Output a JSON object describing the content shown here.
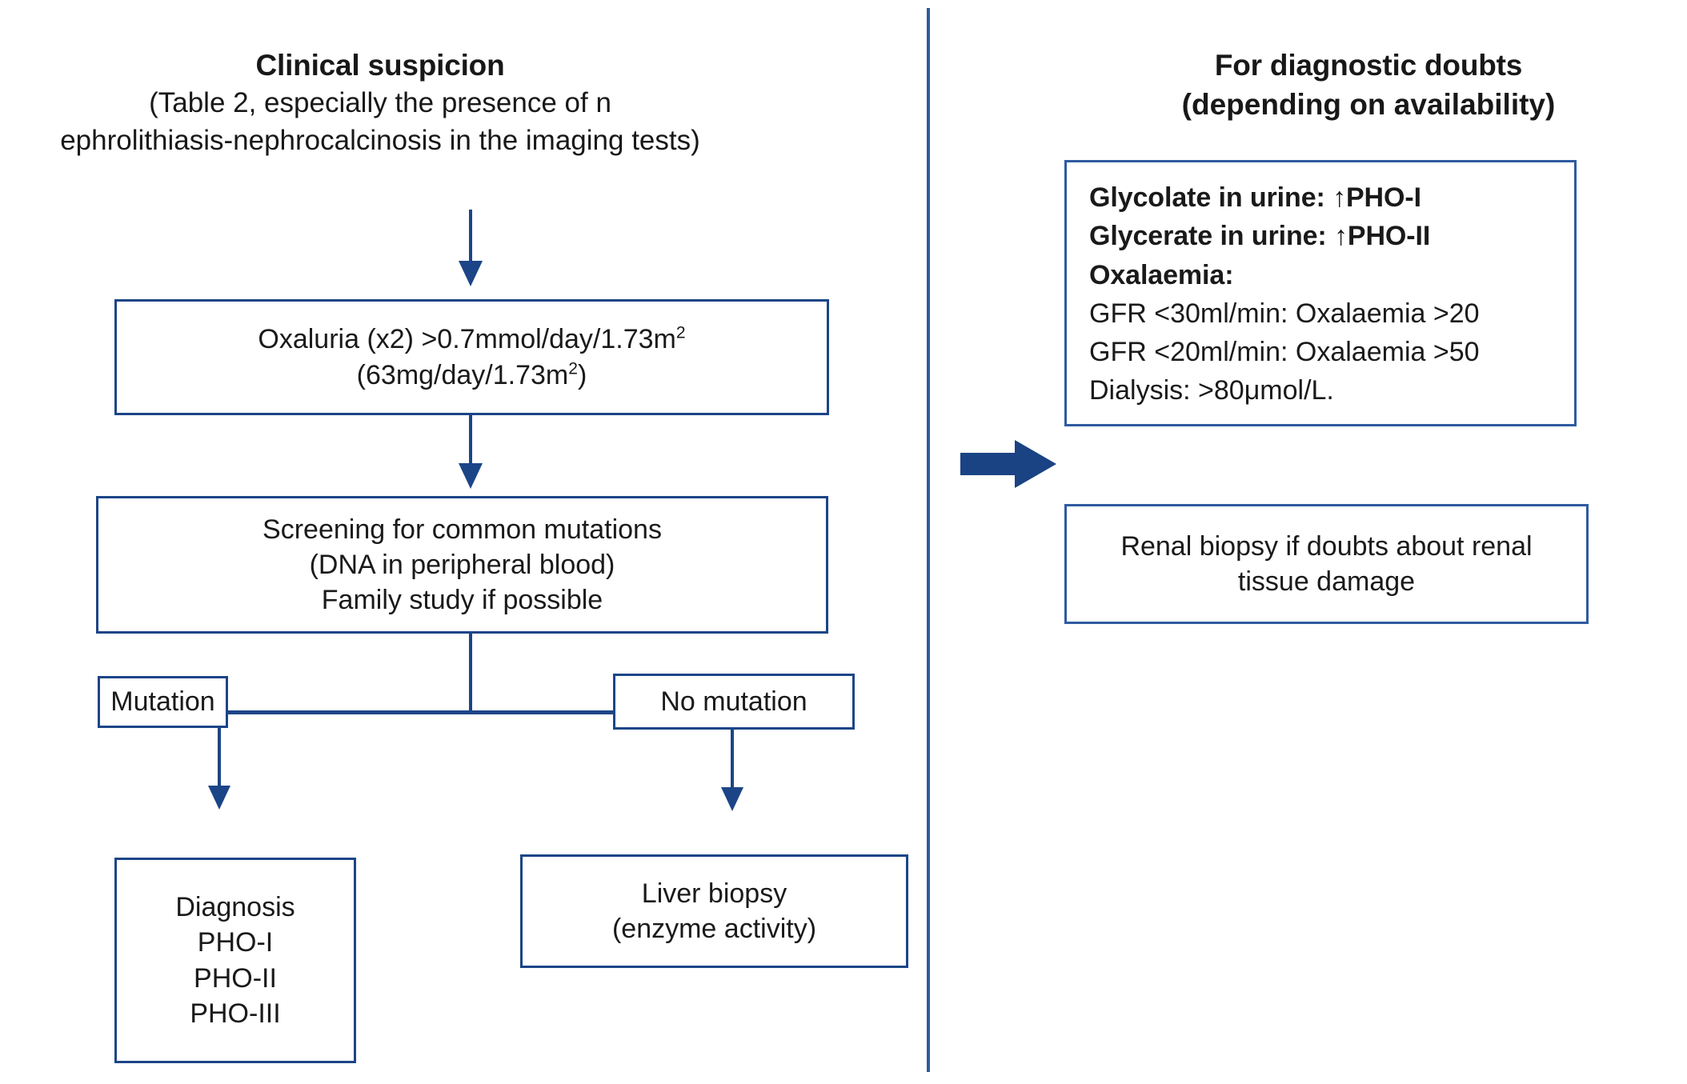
{
  "diagram": {
    "title_left": {
      "title": "Clinical suspicion",
      "sub_line1": "(Table 2, especially the presence of n",
      "sub_line2": "ephrolithiasis-nephrocalcinosis in the imaging tests)"
    },
    "title_right": {
      "line1": "For diagnostic doubts",
      "line2": "(depending on availability)"
    },
    "boxes": {
      "oxaluria": {
        "line1_a": "Oxaluria (x2) >0.7mmol/day/1.73m",
        "line1_sup": "2",
        "line2_a": "(63mg/day/1.73m",
        "line2_sup": "2",
        "line2_b": ")"
      },
      "screening": {
        "line1": "Screening for common mutations",
        "line2": "(DNA in peripheral blood)",
        "line3": "Family study if possible"
      },
      "mutation": {
        "label": "Mutation"
      },
      "no_mutation": {
        "label": "No mutation"
      },
      "diagnosis": {
        "line1": "Diagnosis",
        "line2": "PHO-I",
        "line3": "PHO-II",
        "line4": "PHO-III"
      },
      "liver_biopsy": {
        "line1": "Liver biopsy",
        "line2": "(enzyme activity)"
      },
      "lab_values": {
        "line1": "Glycolate in urine:  ↑PHO-I",
        "line2": "Glycerate in urine: ↑PHO-II",
        "line3": "Oxalaemia:",
        "line4": "GFR <30ml/min: Oxalaemia >20",
        "line5": "GFR <20ml/min: Oxalaemia >50",
        "line6": "Dialysis: >80μmol/L."
      },
      "renal_biopsy": {
        "line1": "Renal biopsy if doubts about renal",
        "line2": "tissue damage"
      }
    },
    "colors": {
      "border_blue": "#1c4587",
      "divider_blue": "#2f5aa0",
      "arrow_blue": "#1a4383",
      "text": "#1a1a1a"
    }
  }
}
